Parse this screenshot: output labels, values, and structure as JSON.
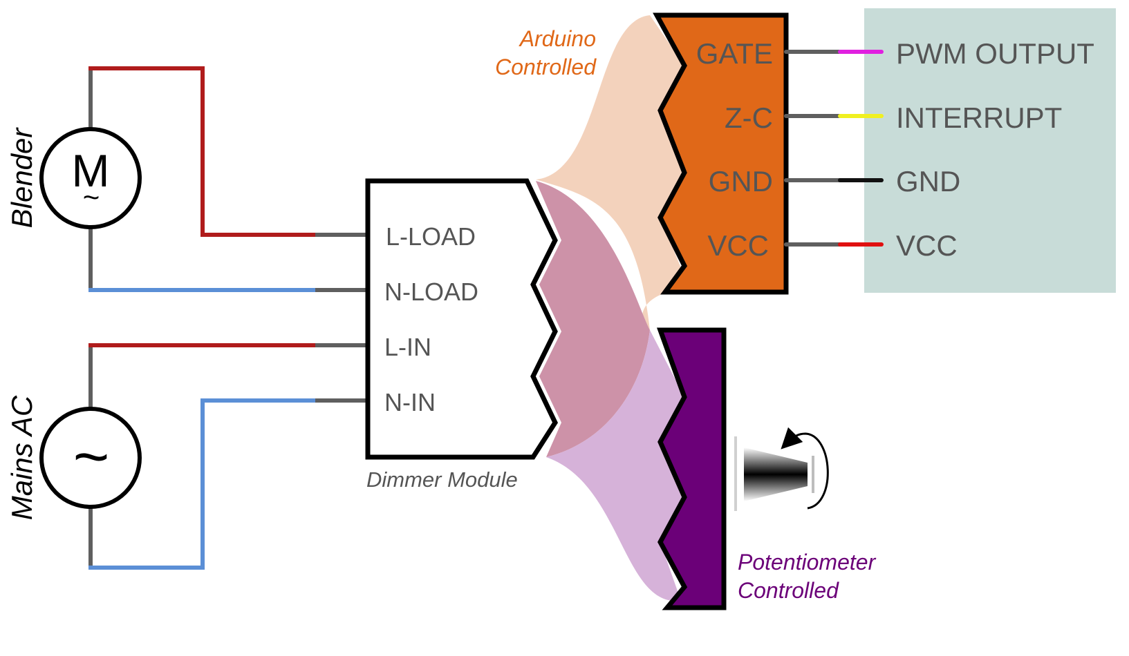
{
  "labels": {
    "blender": "Blender",
    "mains": "Mains AC",
    "motor_letter": "M",
    "motor_tilde": "~",
    "mains_tilde": "~",
    "dimmer_caption": "Dimmer Module",
    "arduino_caption_line1": "Arduino",
    "arduino_caption_line2": "Controlled",
    "pot_caption_line1": "Potentiometer",
    "pot_caption_line2": "Controlled"
  },
  "dimmer_pins": [
    "L-LOAD",
    "N-LOAD",
    "L-IN",
    "N-IN"
  ],
  "control_pins": [
    "GATE",
    "Z-C",
    "GND",
    "VCC"
  ],
  "arduino_pins": [
    "PWM OUTPUT",
    "INTERRUPT",
    "GND",
    "VCC"
  ],
  "colors": {
    "live_wire": "#b01c1c",
    "neutral_wire": "#5b8fd6",
    "lead_gray": "#5f5f5f",
    "arduino_orange": "#e06818",
    "arduino_panel": "#c8dcd8",
    "arduino_flow": "#f3d2bc",
    "dimmer_flow": "#cd92a8",
    "pot_flow": "#d6b2d9",
    "pot_purple": "#6b0078",
    "pwm_wire": "#e020e0",
    "interrupt_wire": "#f0f020",
    "gnd_wire": "#111111",
    "vcc_wire": "#e01010",
    "caption_orange": "#e06818",
    "caption_purple": "#6b0078",
    "caption_gray": "#555555"
  },
  "icons": [
    "motor-symbol-icon",
    "ac-source-icon",
    "rotary-knob-icon",
    "rotation-arrow-icon"
  ]
}
